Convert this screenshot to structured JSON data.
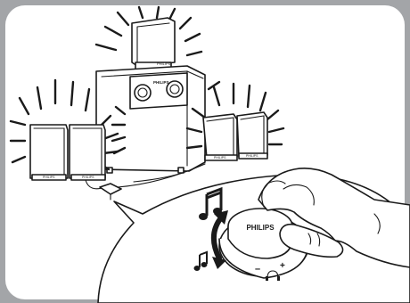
{
  "brand": {
    "sub_small": "PHILIPS",
    "sub_panel": "PHILIPS",
    "sat_left_a": "PHILIPS",
    "sat_left_b": "PHILIPS",
    "sat_right_a": "PHILIPS",
    "sat_right_b": "PHILIPS",
    "top_speaker": "PHILIPS",
    "knob": "PHILIPS"
  },
  "controller": {
    "minus_label": "–",
    "plus_label": "+",
    "headphone_icon": "headphone-icon"
  },
  "icons": {
    "large_note": "music-note-large-icon",
    "small_note": "music-note-small-icon",
    "rotate_arrow": "rotate-arrow-icon"
  },
  "colors": {
    "frame": "#a3a5a8",
    "panel": "#ffffff",
    "ink": "#1a1a1a"
  }
}
